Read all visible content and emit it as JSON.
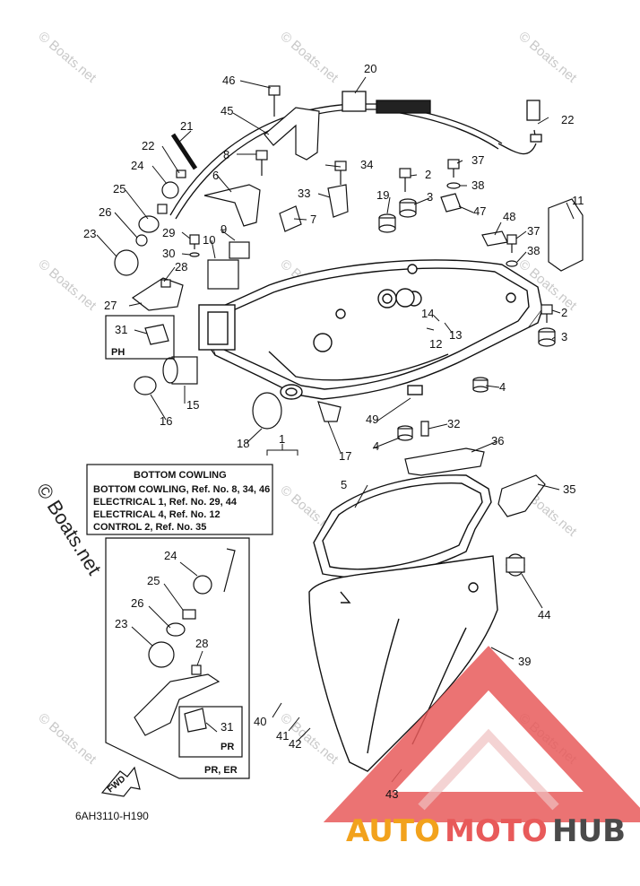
{
  "watermark": "© Boats.net",
  "side_watermark": "© Boats.net",
  "diagram_code": "6AH3110-H190",
  "fwd_label": "FWD",
  "logo": {
    "auto": "AUTO",
    "moto": "MOTO",
    "hub": "HUB"
  },
  "info_box": {
    "title": "BOTTOM COWLING",
    "lines": [
      "BOTTOM COWLING, Ref. No. 8, 34, 46",
      "ELECTRICAL 1, Ref. No. 29, 44",
      "ELECTRICAL 4, Ref. No. 12",
      "CONTROL 2, Ref. No. 35"
    ]
  },
  "ph_label": "PH",
  "pr_label": "PR",
  "pr_er_label": "PR, ER",
  "callouts": {
    "c1": "1",
    "c2a": "2",
    "c2b": "2",
    "c3a": "3",
    "c3b": "3",
    "c4a": "4",
    "c4b": "4",
    "c5": "5",
    "c6": "6",
    "c7": "7",
    "c8": "8",
    "c9": "9",
    "c10": "10",
    "c11": "11",
    "c12": "12",
    "c13": "13",
    "c14": "14",
    "c15": "15",
    "c16": "16",
    "c17": "17",
    "c18": "18",
    "c19": "19",
    "c20": "20",
    "c21": "21",
    "c22a": "22",
    "c22b": "22",
    "c23a": "23",
    "c23b": "23",
    "c24a": "24",
    "c24b": "24",
    "c25a": "25",
    "c25b": "25",
    "c26a": "26",
    "c26b": "26",
    "c27": "27",
    "c28a": "28",
    "c28b": "28",
    "c29": "29",
    "c30": "30",
    "c31a": "31",
    "c31b": "31",
    "c32": "32",
    "c33": "33",
    "c34": "34",
    "c35": "35",
    "c36": "36",
    "c37a": "37",
    "c37b": "37",
    "c38a": "38",
    "c38b": "38",
    "c39": "39",
    "c40": "40",
    "c41": "41",
    "c42": "42",
    "c43": "43",
    "c44": "44",
    "c45": "45",
    "c46": "46",
    "c47": "47",
    "c48": "48",
    "c49": "49"
  }
}
